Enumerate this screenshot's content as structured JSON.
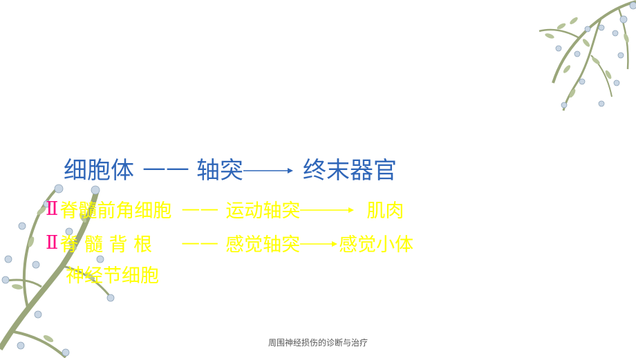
{
  "title_line": {
    "cell_body": "细胞体",
    "dash": "——",
    "axon": "轴突",
    "end_organ": "终末器官"
  },
  "rows": [
    {
      "marker": "Ⅱ",
      "source": "脊髓前角细胞",
      "dash": "——",
      "axon": "运动轴突",
      "target": "肌肉"
    },
    {
      "marker": "Ⅱ",
      "source": "脊 髓 背 根",
      "dash": "——",
      "axon": "感觉轴突",
      "target": "感觉小体",
      "source_cont": "神经节细胞"
    }
  ],
  "footer": "周围神经损伤的诊断与治疗",
  "colors": {
    "title": "#2f66b8",
    "body": "#ffff00",
    "marker": "#ff0080",
    "footer": "#555555"
  }
}
